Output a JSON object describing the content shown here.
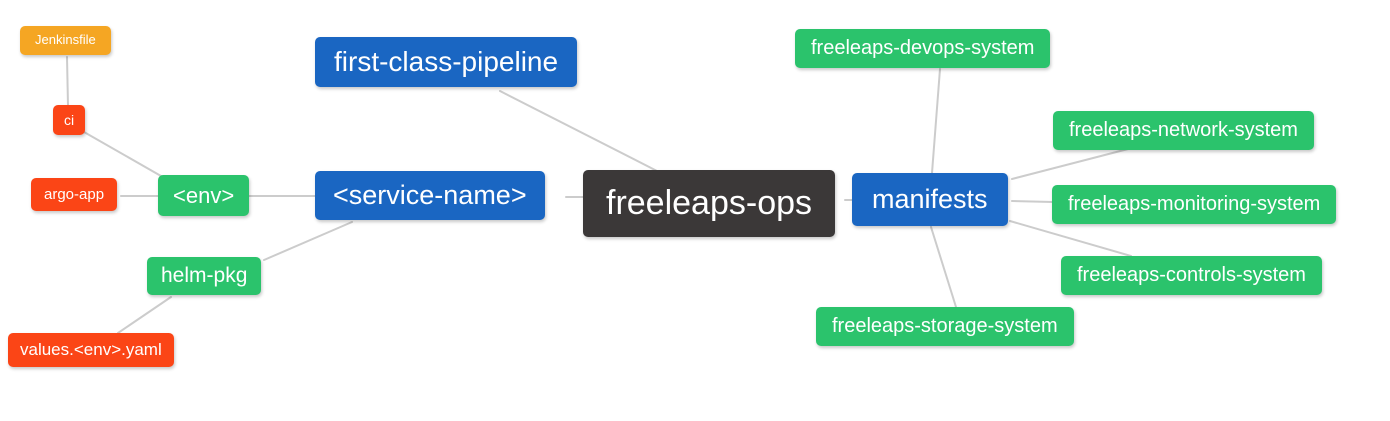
{
  "diagram": {
    "title": "freeleaps-ops repository structure mind map",
    "background": "#ffffff",
    "edge_color": "#cccccc",
    "palette": {
      "blue": "#1a66c2",
      "green": "#2bc36c",
      "orange": "#f5a623",
      "red": "#fb4516",
      "dark": "#3b3838",
      "node_text": "#ffffff"
    },
    "nodes": [
      {
        "id": "jenkinsfile",
        "label": "Jenkinsfile",
        "color": "orange"
      },
      {
        "id": "ci",
        "label": "ci",
        "color": "red"
      },
      {
        "id": "argo-app",
        "label": "argo-app",
        "color": "red"
      },
      {
        "id": "env",
        "label": "<env>",
        "color": "green"
      },
      {
        "id": "helm-pkg",
        "label": "helm-pkg",
        "color": "green"
      },
      {
        "id": "values-env-yaml",
        "label": "values.<env>.yaml",
        "color": "red"
      },
      {
        "id": "first-class-pipeline",
        "label": "first-class-pipeline",
        "color": "blue"
      },
      {
        "id": "service-name",
        "label": "<service-name>",
        "color": "blue"
      },
      {
        "id": "freeleaps-ops",
        "label": "freeleaps-ops",
        "color": "dark"
      },
      {
        "id": "manifests",
        "label": "manifests",
        "color": "blue"
      },
      {
        "id": "freeleaps-devops-system",
        "label": "freeleaps-devops-system",
        "color": "green"
      },
      {
        "id": "freeleaps-network-system",
        "label": "freeleaps-network-system",
        "color": "green"
      },
      {
        "id": "freeleaps-monitoring-system",
        "label": "freeleaps-monitoring-system",
        "color": "green"
      },
      {
        "id": "freeleaps-controls-system",
        "label": "freeleaps-controls-system",
        "color": "green"
      },
      {
        "id": "freeleaps-storage-system",
        "label": "freeleaps-storage-system",
        "color": "green"
      }
    ],
    "edges": [
      {
        "from": "jenkinsfile",
        "to": "ci"
      },
      {
        "from": "ci",
        "to": "env"
      },
      {
        "from": "argo-app",
        "to": "env"
      },
      {
        "from": "env",
        "to": "service-name"
      },
      {
        "from": "helm-pkg",
        "to": "service-name"
      },
      {
        "from": "values-env-yaml",
        "to": "helm-pkg"
      },
      {
        "from": "service-name",
        "to": "freeleaps-ops"
      },
      {
        "from": "first-class-pipeline",
        "to": "freeleaps-ops"
      },
      {
        "from": "freeleaps-ops",
        "to": "manifests"
      },
      {
        "from": "manifests",
        "to": "freeleaps-devops-system"
      },
      {
        "from": "manifests",
        "to": "freeleaps-network-system"
      },
      {
        "from": "manifests",
        "to": "freeleaps-monitoring-system"
      },
      {
        "from": "manifests",
        "to": "freeleaps-controls-system"
      },
      {
        "from": "manifests",
        "to": "freeleaps-storage-system"
      }
    ]
  }
}
